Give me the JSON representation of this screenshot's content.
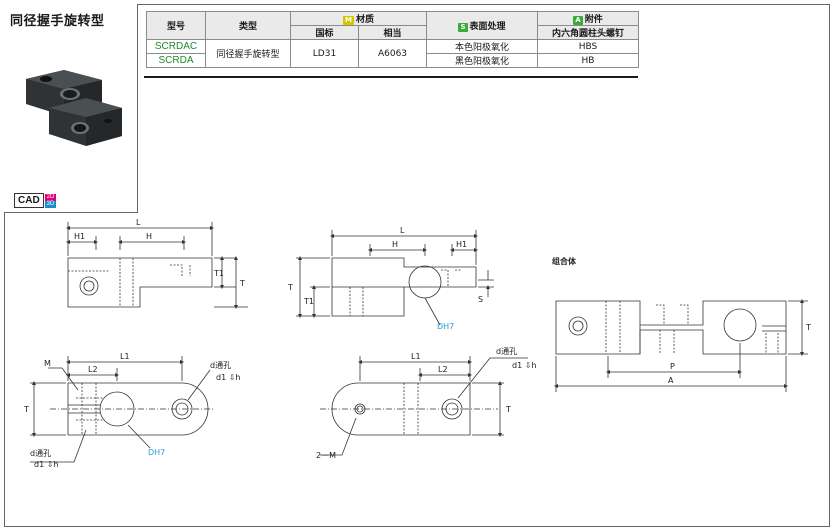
{
  "product": {
    "title": "同径握手旋转型",
    "cad": {
      "label": "CAD",
      "badge_2d": "2D",
      "badge_3d": "3D"
    }
  },
  "spec_table": {
    "headers": {
      "model": "型号",
      "type": "类型",
      "material_tag": "M",
      "material": "材质",
      "material_national": "国标",
      "material_equivalent": "相当",
      "surface_tag": "S",
      "surface": "表面处理",
      "accessory_tag": "A",
      "accessory": "附件",
      "accessory_detail": "内六角圆柱头螺钉"
    },
    "rows": [
      {
        "model": "SCRDAC",
        "surface": "本色阳极氧化",
        "accessory": "HBS"
      },
      {
        "model": "SCRDA",
        "surface": "黑色阳极氧化",
        "accessory": "HB"
      }
    ],
    "shared": {
      "type": "同径握手旋转型",
      "national": "LD31",
      "equivalent": "A6063"
    }
  },
  "drawings": {
    "labels": {
      "L": "L",
      "H": "H",
      "H1": "H1",
      "T": "T",
      "T1": "T1",
      "S": "S",
      "L1": "L1",
      "L2": "L2",
      "M": "M",
      "M2": "2－M",
      "P": "P",
      "A": "A",
      "d_hole": "d通孔",
      "d1_depth": "d1 ⇩h",
      "DH7": "DH7",
      "D": "D",
      "H7": "H7",
      "assembly": "组合体"
    }
  },
  "colors": {
    "model_green": "#1c8a2a",
    "dh_blue": "#2b9bd6",
    "tag_m": "#d6c400",
    "tag_s": "#3aaa3a"
  }
}
